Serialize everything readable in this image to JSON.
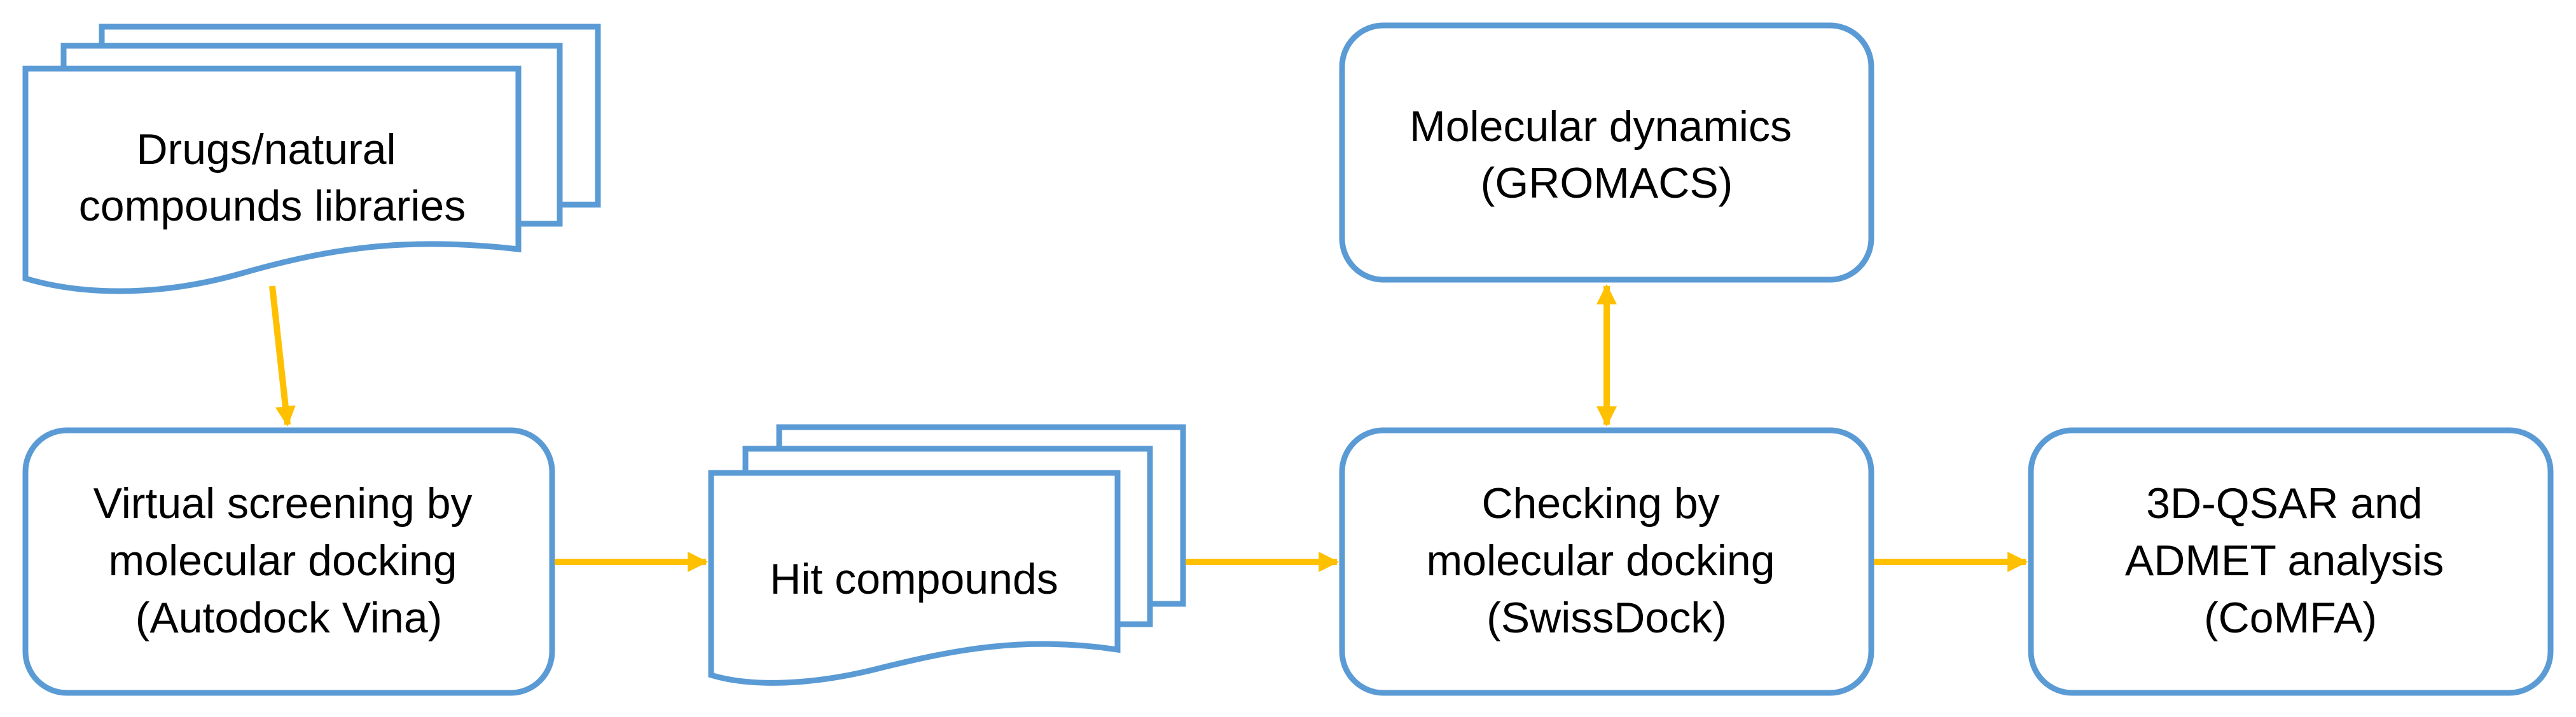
{
  "colors": {
    "box_stroke": "#5B9BD5",
    "arrow": "#FFC000",
    "text": "#000000",
    "background": "#FFFFFF"
  },
  "nodes": {
    "library": {
      "shape": "multi-document",
      "lines": [
        "Drugs/natural",
        "compounds libraries"
      ]
    },
    "virtual_screening": {
      "shape": "rounded-rectangle",
      "lines": [
        "Virtual screening by",
        "molecular docking",
        "(Autodock Vina)"
      ]
    },
    "hit_compounds": {
      "shape": "multi-document",
      "lines": [
        "Hit compounds"
      ]
    },
    "checking": {
      "shape": "rounded-rectangle",
      "lines": [
        "Checking by",
        "molecular docking",
        "(SwissDock)"
      ]
    },
    "molecular_dynamics": {
      "shape": "rounded-rectangle",
      "lines": [
        "Molecular dynamics",
        "(GROMACS)"
      ]
    },
    "qsar": {
      "shape": "rounded-rectangle",
      "lines": [
        "3D-QSAR and",
        "ADMET analysis",
        "(CoMFA)"
      ]
    }
  },
  "edges": [
    {
      "from": "library",
      "to": "virtual_screening",
      "direction": "forward"
    },
    {
      "from": "virtual_screening",
      "to": "hit_compounds",
      "direction": "forward"
    },
    {
      "from": "hit_compounds",
      "to": "checking",
      "direction": "forward"
    },
    {
      "from": "checking",
      "to": "molecular_dynamics",
      "direction": "both"
    },
    {
      "from": "checking",
      "to": "qsar",
      "direction": "forward"
    }
  ]
}
